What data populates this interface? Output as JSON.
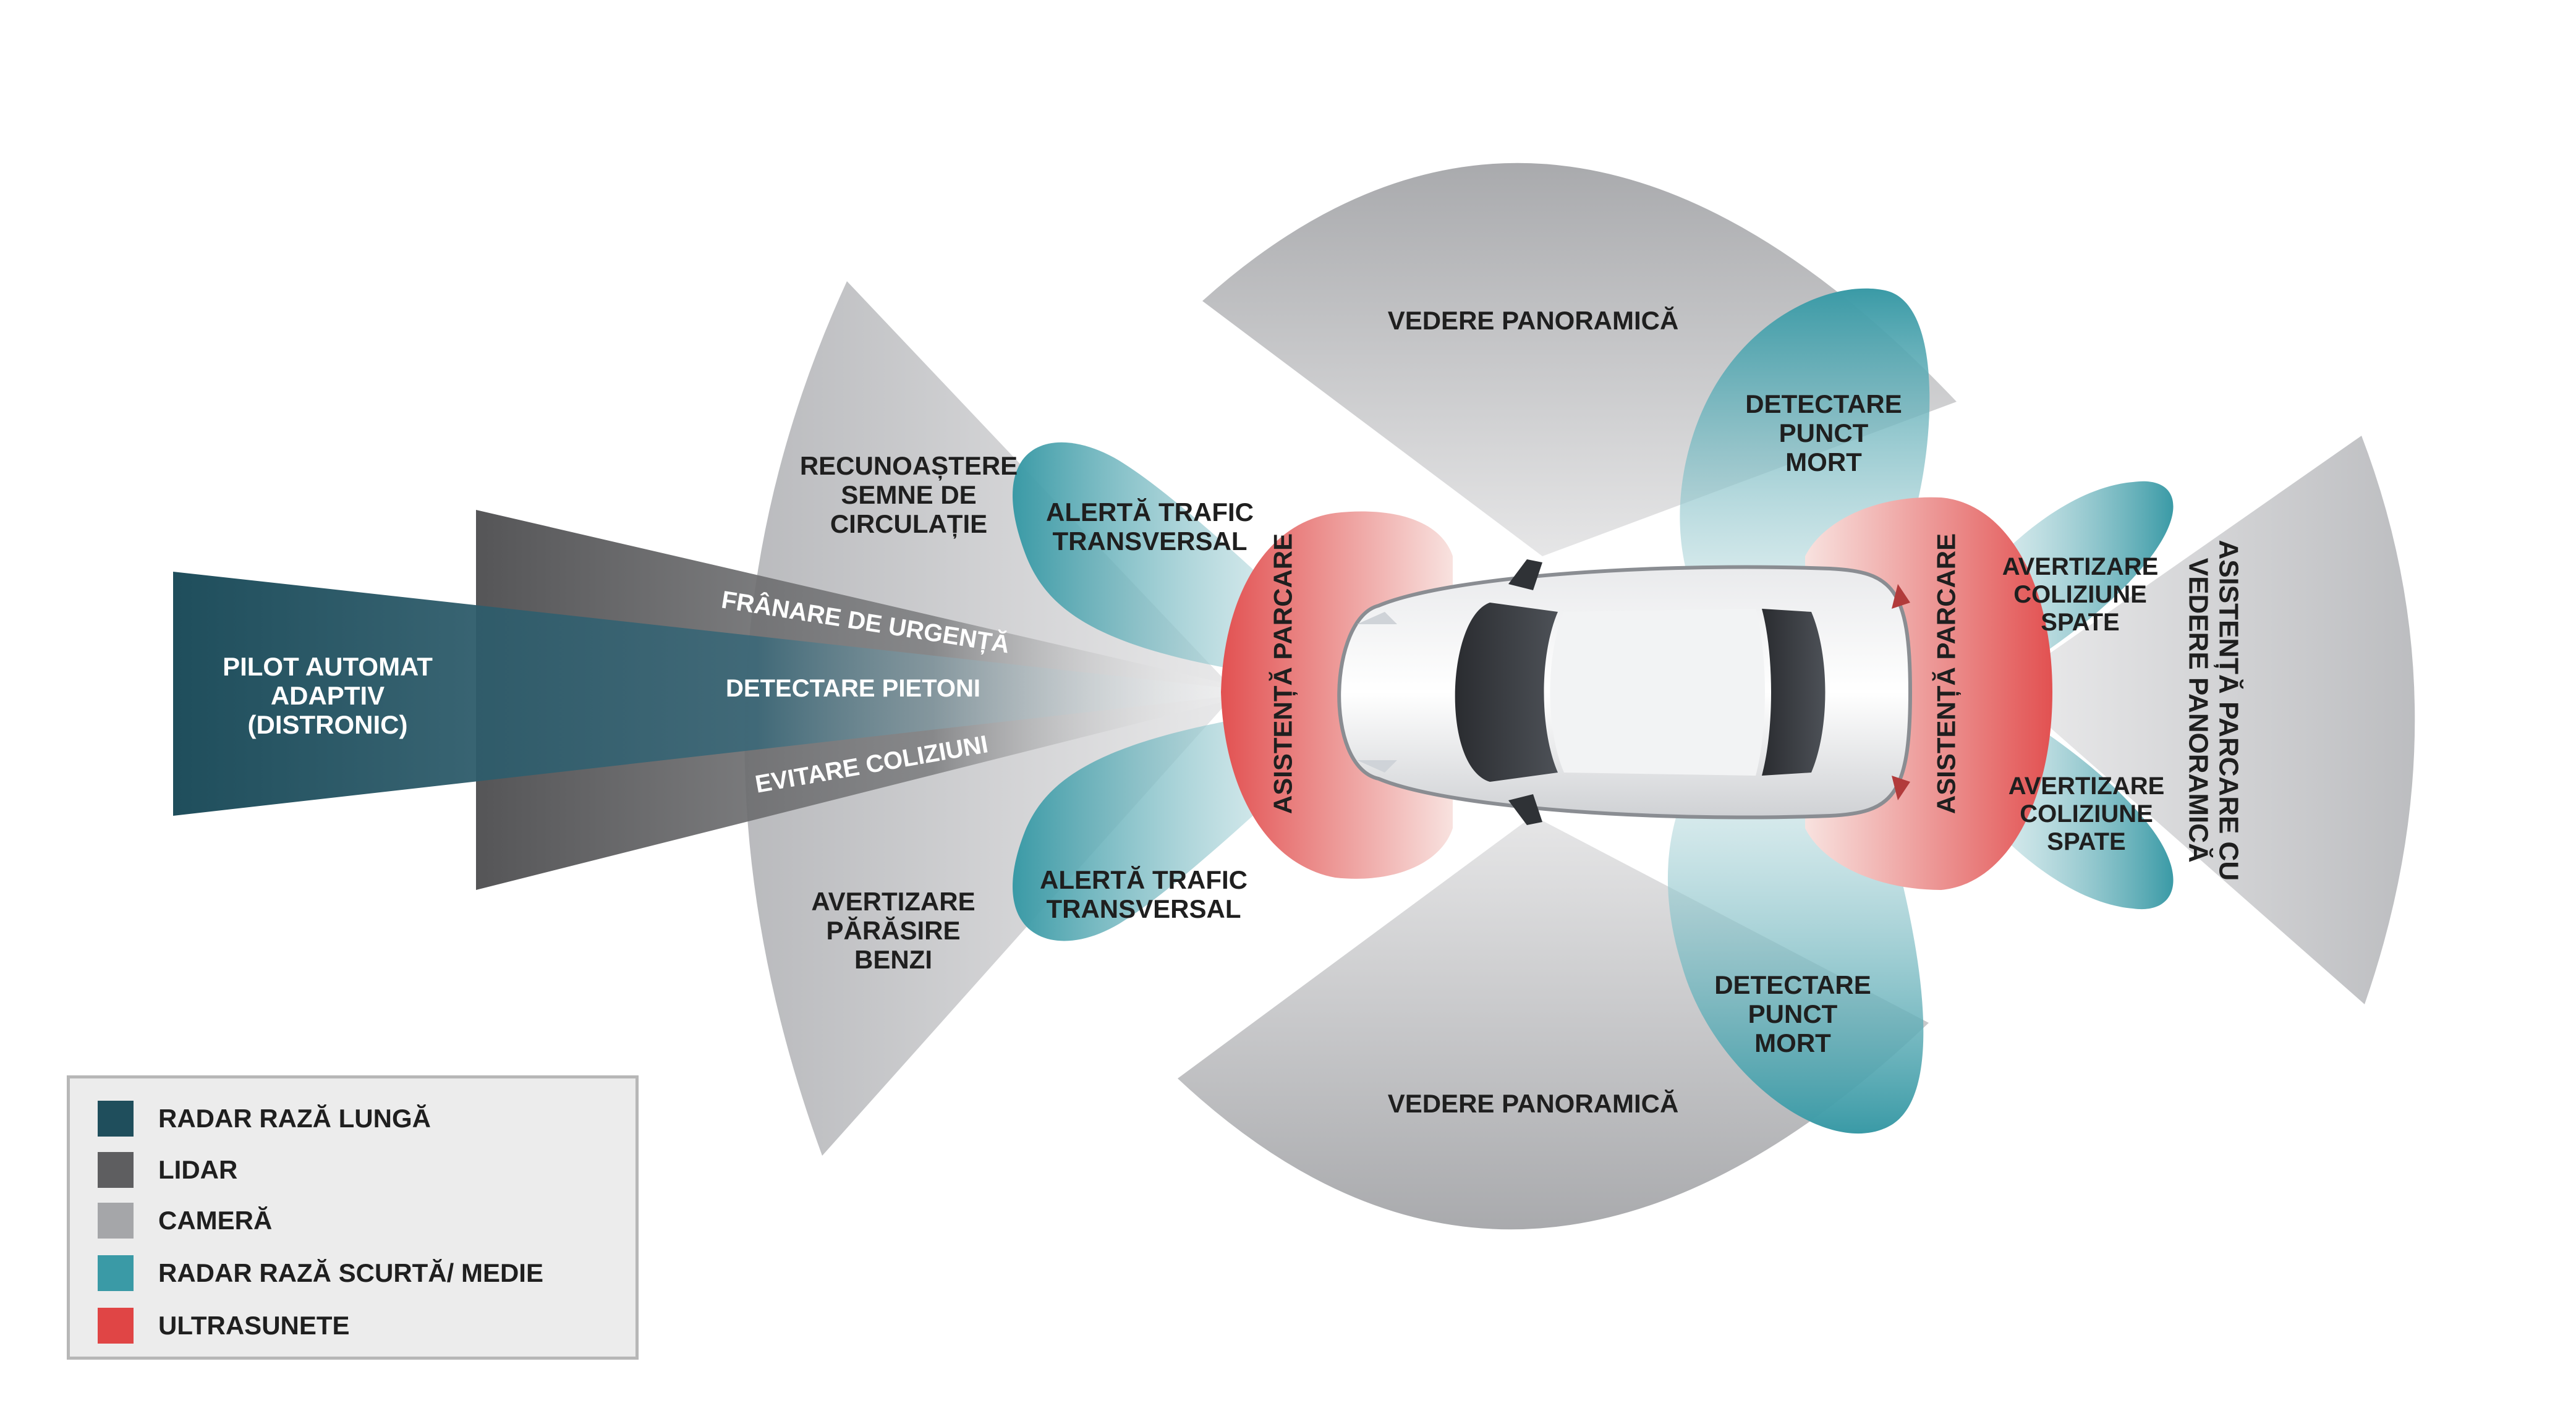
{
  "legend": {
    "items": [
      {
        "label": "RADAR RAZĂ LUNGĂ",
        "color": "#1f4e5c"
      },
      {
        "label": "LIDAR",
        "color": "#5e5e60"
      },
      {
        "label": "CAMERĂ",
        "color": "#a5a6a9"
      },
      {
        "label": "RADAR RAZĂ SCURTĂ/ MEDIE",
        "color": "#3a9aa6"
      },
      {
        "label": "ULTRASUNETE",
        "color": "#e04545"
      }
    ]
  },
  "zones": {
    "pilot": "PILOT AUTOMAT\nADAPTIV\n(DISTRONIC)",
    "franare": "FRÂNARE DE URGENȚĂ",
    "pietoni": "DETECTARE PIETONI",
    "evitare": "EVITARE COLIZIUNI",
    "semne": "RECUNOAȘTERE\nSEMNE DE\nCIRCULAȚIE",
    "alerta_top": "ALERTĂ TRAFIC\nTRANSVERSAL",
    "alerta_bottom": "ALERTĂ TRAFIC\nTRANSVERSAL",
    "benzi": "AVERTIZARE\nPĂRĂSIRE\nBENZI",
    "vedere_top": "VEDERE PANORAMICĂ",
    "vedere_bottom": "VEDERE PANORAMICĂ",
    "punct_top": "DETECTARE\nPUNCT\nMORT",
    "punct_bottom": "DETECTARE\nPUNCT\nMORT",
    "parcare_front": "ASISTENȚĂ PARCARE",
    "parcare_rear": "ASISTENȚĂ PARCARE",
    "coliziune_top": "AVERTIZARE\nCOLIZIUNE\nSPATE",
    "coliziune_bottom": "AVERTIZARE\nCOLIZIUNE\nSPATE",
    "parcare_panoramica": "ASISTENȚĂ PARCARE CU\nVEDERE PANORAMICĂ"
  },
  "colors": {
    "long_radar": "#1f4e5c",
    "lidar": "#5e5e60",
    "camera": "#a5a6a9",
    "short_radar": "#3a9aa6",
    "ultrasound": "#e04545"
  }
}
